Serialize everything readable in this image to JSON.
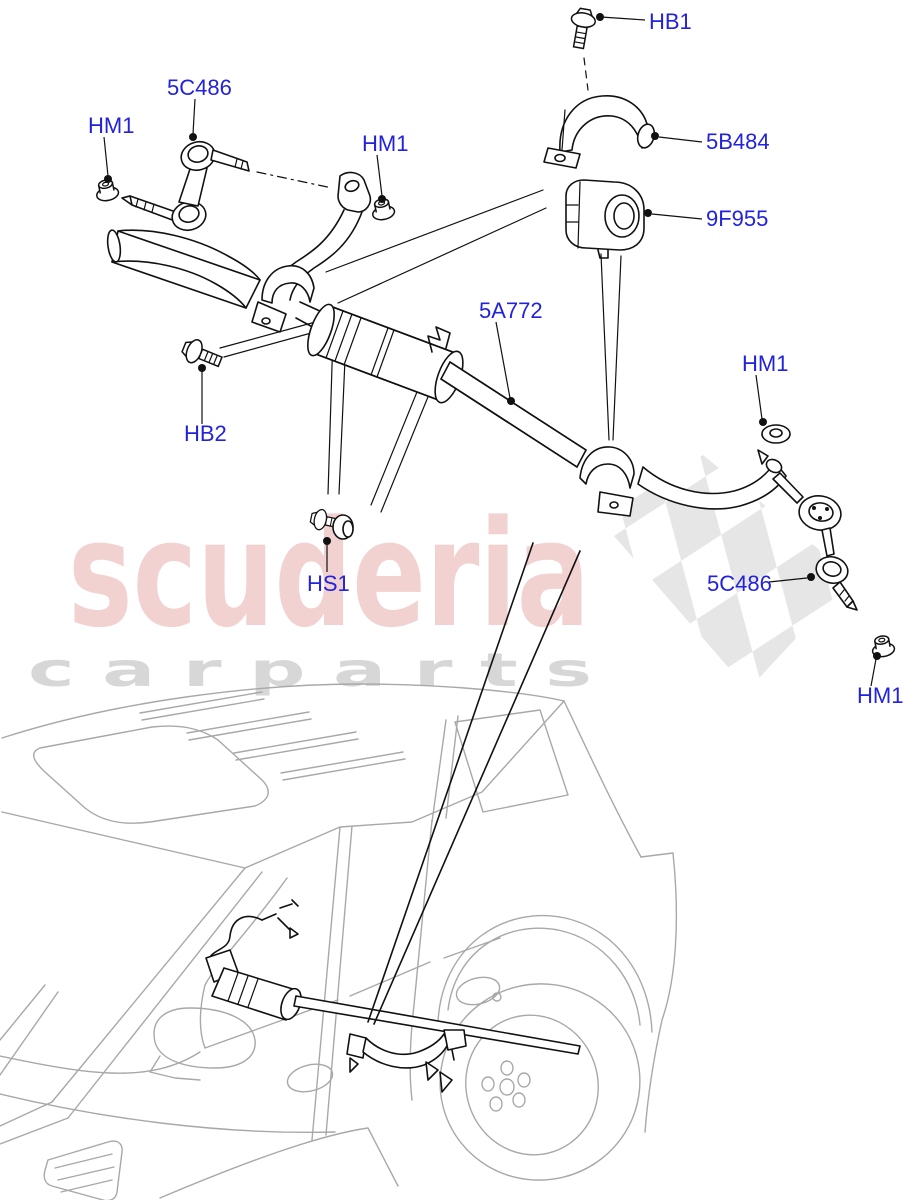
{
  "diagram": {
    "part_labels": [
      {
        "code": "HB1"
      },
      {
        "code": "5C486"
      },
      {
        "code": "HM1"
      },
      {
        "code": "HM1"
      },
      {
        "code": "5B484"
      },
      {
        "code": "9F955"
      },
      {
        "code": "5A772"
      },
      {
        "code": "HB2"
      },
      {
        "code": "HM1"
      },
      {
        "code": "HS1"
      },
      {
        "code": "5C486"
      },
      {
        "code": "HM1"
      }
    ]
  },
  "watermark": {
    "brand": "scuderia",
    "subtext": "c a r   p a r t s"
  },
  "colors": {
    "label_blue": "#2222dd",
    "watermark_pink": "#f2d1d1",
    "watermark_gray": "#d7d7d7",
    "flag_gray": "#e6e6e6",
    "car_line_gray": "#a8a8a8",
    "line_black": "#111111"
  }
}
